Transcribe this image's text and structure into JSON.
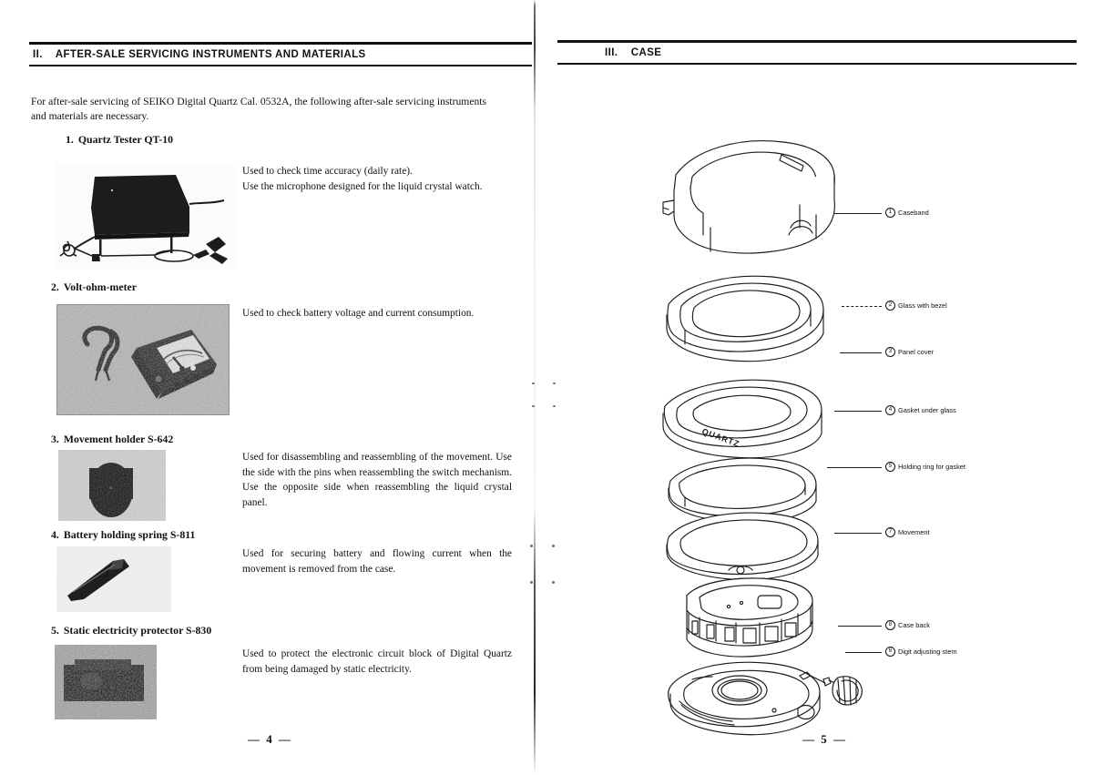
{
  "spread": {
    "left_page": {
      "header": {
        "number": "II.",
        "title": "AFTER-SALE SERVICING INSTRUMENTS AND MATERIALS"
      },
      "intro": "For after-sale servicing of SEIKO Digital Quartz Cal. 0532A, the following after-sale servicing instruments and materials are necessary.",
      "page_number": "— 4 —",
      "items": [
        {
          "number": "1.",
          "title": "Quartz Tester QT-10",
          "description": "Used to check time accuracy (daily rate).\nUse the microphone designed for the liquid crystal watch.",
          "photo_name": "quartz-tester-photo"
        },
        {
          "number": "2.",
          "title": "Volt-ohm-meter",
          "description": "Used to check battery voltage and current consumption.",
          "photo_name": "volt-ohm-meter-photo"
        },
        {
          "number": "3.",
          "title": "Movement holder S-642",
          "description": "Used for disassembling and reassembling of the movement. Use the side with the pins when reassembling the switch mechanism. Use the opposite side when reassembling the liquid crystal panel.",
          "photo_name": "movement-holder-photo"
        },
        {
          "number": "4.",
          "title": "Battery holding spring S-811",
          "description": "Used for securing battery and flowing current when the movement is removed from the case.",
          "photo_name": "battery-holding-spring-photo"
        },
        {
          "number": "5.",
          "title": "Static electricity protector S-830",
          "description": "Used to protect the electronic circuit block of Digital Quartz from being damaged by static electricity.",
          "photo_name": "static-electricity-protector-photo"
        }
      ]
    },
    "right_page": {
      "header": {
        "number": "III.",
        "title": "CASE"
      },
      "page_number": "— 5 —",
      "diagram_label": "QUARTZ",
      "callouts": [
        {
          "number": "1",
          "label": "Caseband"
        },
        {
          "number": "2",
          "label": "Glass with bezel"
        },
        {
          "number": "3",
          "label": "Panel cover"
        },
        {
          "number": "4",
          "label": "Gasket under glass"
        },
        {
          "number": "5",
          "label": "Holding ring for gasket"
        },
        {
          "number": "7",
          "label": "Movement"
        },
        {
          "number": "8",
          "label": "Case back"
        },
        {
          "number": "6",
          "label": "Digit adjusting stem"
        }
      ]
    }
  }
}
